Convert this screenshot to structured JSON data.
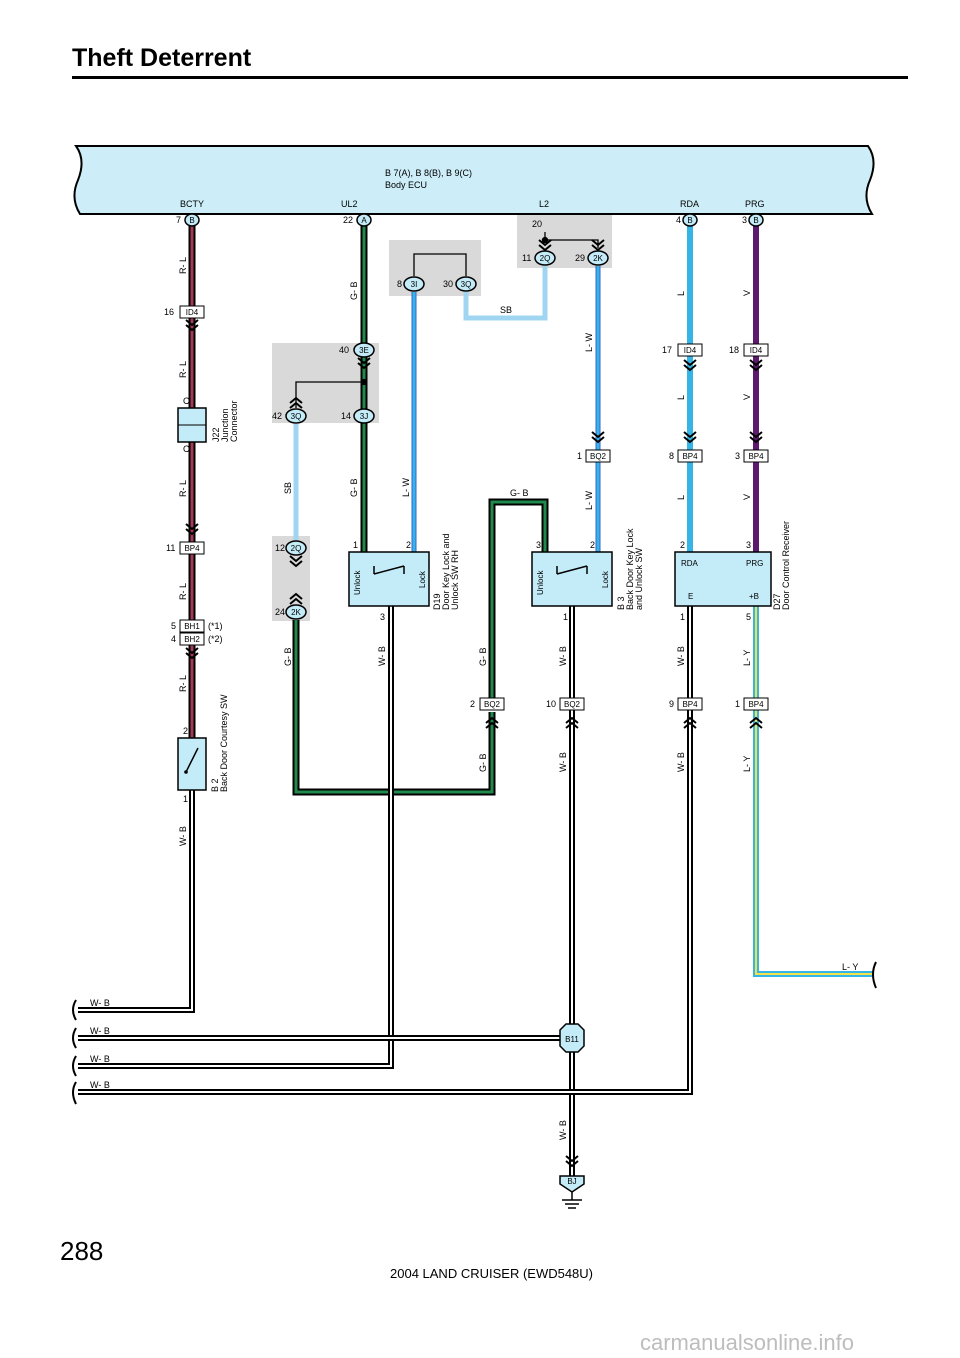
{
  "page": {
    "title": "Theft Deterrent",
    "page_number": "288",
    "footer": "2004 LAND CRUISER (EWD548U)",
    "watermark": "carmanualsonline.info"
  },
  "ecu": {
    "id": "B 7(A), B 8(B), B 9(C)",
    "name": "Body ECU",
    "terminals": [
      "BCTY",
      "UL2",
      "L2",
      "RDA",
      "PRG"
    ]
  },
  "colors": {
    "red": "#d9261c",
    "blue": "#3a5fcd",
    "green": "#1f8a4c",
    "black": "#111111",
    "light_blue": "#35b4e6",
    "sky_blue": "#9fd5f0",
    "violet": "#5b1a6e",
    "yellow": "#f2e34a",
    "ecu_fill": "#cdeef8",
    "connector_fill": "#c3ecf8",
    "shade": "#d9d9d9"
  },
  "wires": {
    "r_l": "R- L",
    "g_b": "G- B",
    "l_w": "L- W",
    "sb": "SB",
    "l": "L",
    "v": "V",
    "w_b": "W- B",
    "l_y": "L- Y"
  },
  "connectors": {
    "b": "B",
    "a": "A",
    "id4": "ID4",
    "bp4": "BP4",
    "bq2": "BQ2",
    "bh1": "BH1",
    "bh2": "BH2",
    "c": "C",
    "c3e": "3E",
    "c3q": "3Q",
    "c3j": "3J",
    "c3i": "3I",
    "c2q": "2Q",
    "c2k": "2K",
    "b11": "B11",
    "bj": "BJ"
  },
  "pins": {
    "p1": "1",
    "p2": "2",
    "p3": "3",
    "p4": "4",
    "p5": "5",
    "p7": "7",
    "p8": "8",
    "p9": "9",
    "p10": "10",
    "p11": "11",
    "p12": "12",
    "p14": "14",
    "p16": "16",
    "p17": "17",
    "p18": "18",
    "p20": "20",
    "p22": "22",
    "p24": "24",
    "p29": "29",
    "p30": "30",
    "p40": "40",
    "p42": "42"
  },
  "notes": {
    "n1": "(*1)",
    "n2": "(*2)"
  },
  "components": {
    "j22": {
      "id": "J22",
      "line1": "Junction",
      "line2": "Connector"
    },
    "b2": {
      "id": "B 2",
      "name": "Back Door Courtesy SW"
    },
    "d19": {
      "id": "D19",
      "line1": "Door Key Lock and",
      "line2": "Unlock SW RH"
    },
    "b3": {
      "id": "B 3",
      "line1": "Back  Door  Key Lock",
      "line2": "and Unlock SW"
    },
    "d27": {
      "id": "D27",
      "name": "Door Control Receiver"
    },
    "labels": {
      "unlock": "Unlock",
      "lock": "Lock",
      "rda": "RDA",
      "prg": "PRG",
      "e": "E",
      "plus_b": "+B"
    }
  }
}
